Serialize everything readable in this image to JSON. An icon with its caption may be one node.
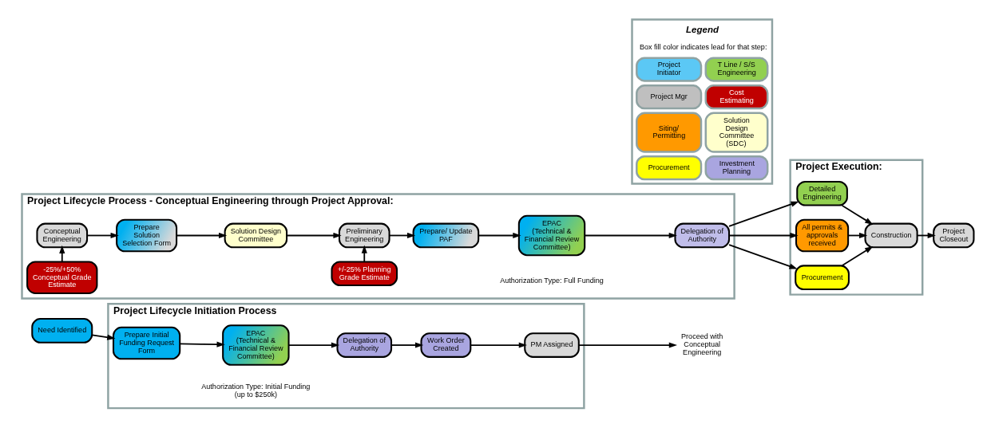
{
  "diagram": {
    "nodes": [
      {
        "text": [
          "Project Lifecycle Initiation Process"
        ]
      },
      {
        "text": [
          "Need Identified"
        ]
      },
      {
        "text": [
          "Prepare Initial Funding Request Form"
        ],
        "in": 0
      },
      {
        "text": [
          "EPAC",
          "(Technical & Financial Review Committee)"
        ],
        "in": 0
      },
      {
        "text": [
          "Delegation of Authority"
        ],
        "in": 0
      },
      {
        "text": [
          "Work Order Created"
        ],
        "in": 0
      },
      {
        "text": [
          "PM Assigned"
        ],
        "in": 0
      },
      {
        "text": [
          "Proceed with Conceptual Engineering"
        ]
      },
      {
        "text": [
          "Project Lifecycle Process - Conceptual Engineering through Project Approval:"
        ]
      },
      {
        "text": [
          "-25%/+50% Conceptual Grade Estimate"
        ],
        "in": 8
      },
      {
        "text": [
          "Conceptual Engineering"
        ],
        "in": 8
      },
      {
        "text": [
          "Prepare Solution Selection Form"
        ],
        "in": 8
      },
      {
        "text": [
          "Solution Design Committee"
        ],
        "in": 8
      },
      {
        "text": [
          "+/-25% Planning Grade Estimate"
        ],
        "in": 8
      },
      {
        "text": [
          "Preliminary Engineering"
        ],
        "in": 8
      },
      {
        "text": [
          "Prepare/ Update PAF"
        ],
        "in": 8
      },
      {
        "text": [
          "EPAC",
          "(Technical & Financial Review Committee)"
        ],
        "in": 8
      },
      {
        "text": [
          "Delegation of Authority"
        ],
        "in": 8
      },
      {
        "text": [
          "Project Execution:"
        ]
      },
      {
        "text": [
          "Detailed Engineering"
        ],
        "in": 18
      },
      {
        "text": [
          "All permits & approvals received"
        ],
        "in": 18
      },
      {
        "text": [
          "Procurement"
        ],
        "in": 18
      },
      {
        "text": [
          "Construction"
        ],
        "in": 18
      },
      {
        "text": [
          "Project Closeout"
        ]
      }
    ],
    "edges": [
      {
        "from": 1,
        "to": 2,
        "arrow": "to"
      },
      {
        "from": 2,
        "to": 3,
        "arrow": "to"
      },
      {
        "from": 3,
        "to": 4,
        "arrow": "to"
      },
      {
        "from": 4,
        "to": 5,
        "arrow": "to"
      },
      {
        "from": 5,
        "to": 6,
        "arrow": "to"
      },
      {
        "from": 6,
        "to": 7,
        "arrow": "to"
      },
      {
        "from": 9,
        "to": 10,
        "arrow": "to"
      },
      {
        "from": 10,
        "to": 11,
        "arrow": "to"
      },
      {
        "from": 11,
        "to": 12,
        "arrow": "to"
      },
      {
        "from": 12,
        "to": 14,
        "arrow": "to"
      },
      {
        "from": 13,
        "to": 14,
        "arrow": "to"
      },
      {
        "from": 14,
        "to": 15,
        "arrow": "to"
      },
      {
        "from": 15,
        "to": 16,
        "arrow": "to"
      },
      {
        "from": 16,
        "to": 17,
        "arrow": "to"
      },
      {
        "from": 17,
        "to": 19,
        "arrow": "to"
      },
      {
        "from": 17,
        "to": 20,
        "arrow": "to"
      },
      {
        "from": 17,
        "to": 21,
        "arrow": "to"
      },
      {
        "from": 19,
        "to": 22,
        "arrow": "to"
      },
      {
        "from": 20,
        "to": 22,
        "arrow": "to"
      },
      {
        "from": 21,
        "to": 22,
        "arrow": "to"
      },
      {
        "from": 22,
        "to": 23,
        "arrow": "to"
      }
    ],
    "labels": [
      "Authorization Type: Initial Funding (up to $250k)",
      "Legend",
      "Box fill color indicates lead for that step:",
      "Authorization Type: Full Funding"
    ],
    "legend": [
      {
        "text": "Project Initiator",
        "color": "#5bc8f5"
      },
      {
        "text": "T Line / S/S Engineering",
        "color": "#92d050"
      },
      {
        "text": "Project Mgr",
        "color": "#bfbfbf"
      },
      {
        "text": "Cost Estimating",
        "color": "#c00000"
      },
      {
        "text": "Siting/ Permitting",
        "color": "#ff9900"
      },
      {
        "text": "Solution Design Committee (SDC)",
        "color": "#ffffcc"
      },
      {
        "text": "Procurement",
        "color": "#ffff00"
      },
      {
        "text": "Investment Planning",
        "color": "#a9a5e0"
      }
    ]
  }
}
